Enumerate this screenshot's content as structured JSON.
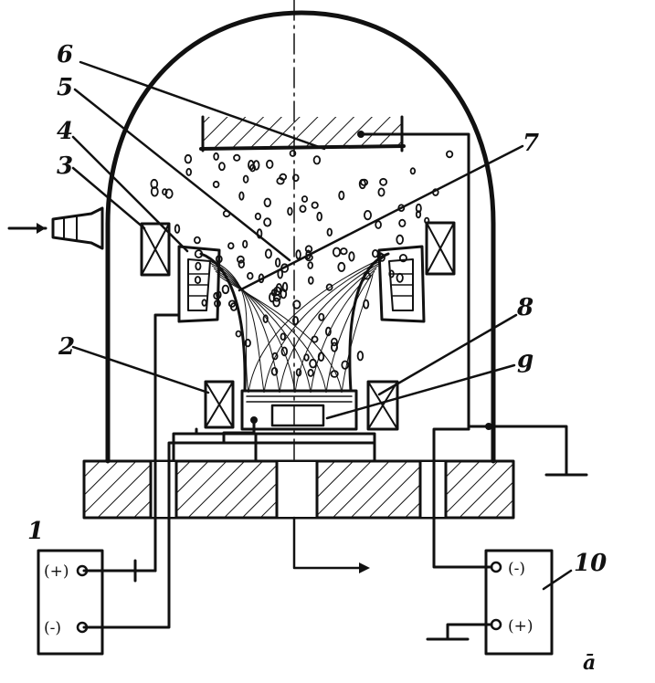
{
  "callouts": {
    "c1": "1",
    "c2": "2",
    "c3": "3",
    "c4": "4",
    "c5": "5",
    "c6": "6",
    "c7": "7",
    "c8": "8",
    "c9": "g",
    "c10": "10"
  },
  "supply_left": {
    "plus_label": "(+)",
    "minus_label": "(-)"
  },
  "supply_right": {
    "minus_label": "(-)",
    "plus_label": "(+)"
  },
  "corner_mark": "ā",
  "colors": {
    "ink": "#111111",
    "background": "#ffffff"
  }
}
